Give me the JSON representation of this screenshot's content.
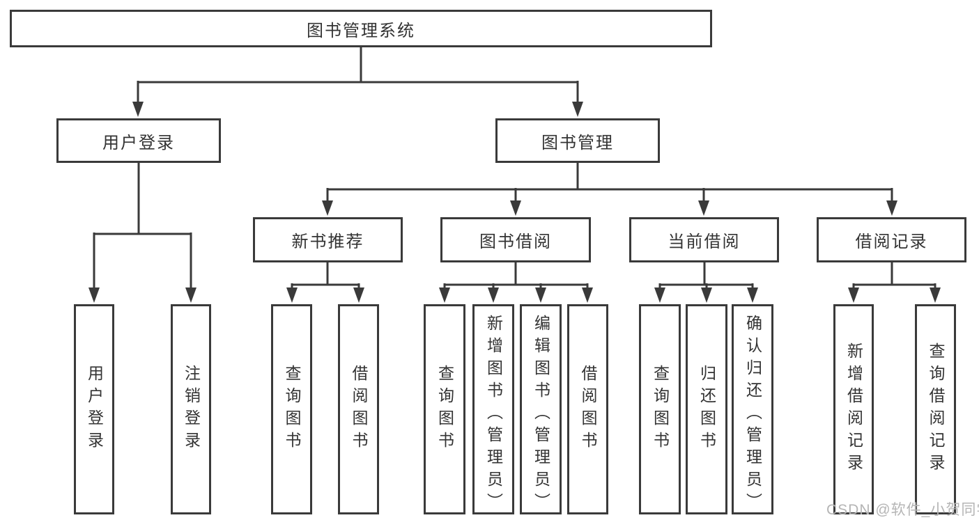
{
  "diagram_title": "图书管理系统",
  "watermark": "CSDN @软件_小贺同学",
  "colors": {
    "line": "#3a3a3a",
    "border": "#3a3a3a",
    "text": "#333333",
    "background": "#ffffff",
    "watermark": "#b5b5b5"
  },
  "tree": {
    "label": "图书管理系统",
    "children": [
      {
        "label": "用户登录",
        "children": [
          {
            "label": "用户登录"
          },
          {
            "label": "注销登录"
          }
        ]
      },
      {
        "label": "图书管理",
        "children": [
          {
            "label": "新书推荐",
            "children": [
              {
                "label": "查询图书"
              },
              {
                "label": "借阅图书"
              }
            ]
          },
          {
            "label": "图书借阅",
            "children": [
              {
                "label": "查询图书"
              },
              {
                "label": "新增图书（管理员）"
              },
              {
                "label": "编辑图书（管理员）"
              },
              {
                "label": "借阅图书"
              }
            ]
          },
          {
            "label": "当前借阅",
            "children": [
              {
                "label": "查询图书"
              },
              {
                "label": "归还图书"
              },
              {
                "label": "确认归还（管理员）"
              }
            ]
          },
          {
            "label": "借阅记录",
            "children": [
              {
                "label": "新增借阅记录"
              },
              {
                "label": "查询借阅记录"
              }
            ]
          }
        ]
      }
    ]
  }
}
